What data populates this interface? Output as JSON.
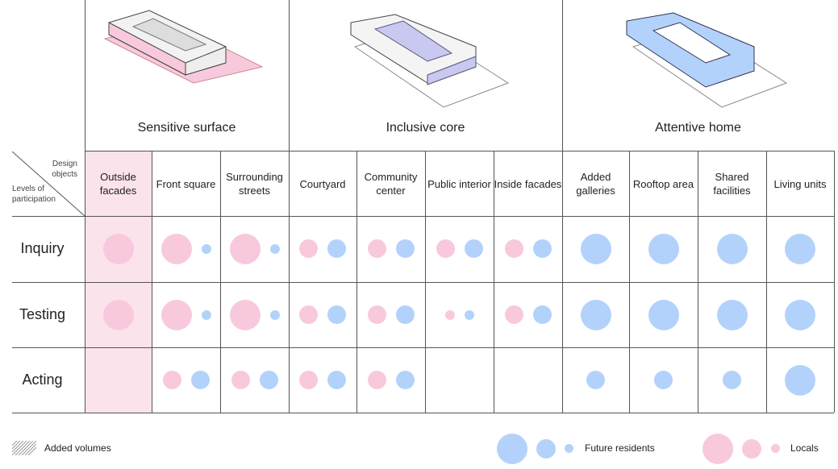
{
  "corner": {
    "design_objects": "Design objects",
    "levels": "Levels of participation"
  },
  "groups": [
    {
      "title": "Sensitive surface"
    },
    {
      "title": "Inclusive core"
    },
    {
      "title": "Attentive home"
    }
  ],
  "columns": [
    {
      "label": "Outside facades",
      "highlight": true
    },
    {
      "label": "Front square"
    },
    {
      "label": "Surrounding streets"
    },
    {
      "label": "Courtyard"
    },
    {
      "label": "Community center"
    },
    {
      "label": "Public interior"
    },
    {
      "label": "Inside facades"
    },
    {
      "label": "Added galleries"
    },
    {
      "label": "Rooftop area"
    },
    {
      "label": "Shared facilities"
    },
    {
      "label": "Living units"
    }
  ],
  "rows": [
    {
      "label": "Inquiry",
      "cells": [
        [
          "L",
          ""
        ],
        [
          "L",
          "S"
        ],
        [
          "L",
          "S"
        ],
        [
          "M",
          "M"
        ],
        [
          "M",
          "M"
        ],
        [
          "M",
          "M"
        ],
        [
          "M",
          "M"
        ],
        [
          "",
          "L"
        ],
        [
          "",
          "L"
        ],
        [
          "",
          "L"
        ],
        [
          "",
          "L"
        ]
      ]
    },
    {
      "label": "Testing",
      "cells": [
        [
          "L",
          ""
        ],
        [
          "L",
          "S"
        ],
        [
          "L",
          "S"
        ],
        [
          "M",
          "M"
        ],
        [
          "M",
          "M"
        ],
        [
          "S",
          "S"
        ],
        [
          "M",
          "M"
        ],
        [
          "",
          "L"
        ],
        [
          "",
          "L"
        ],
        [
          "",
          "L"
        ],
        [
          "",
          "L"
        ]
      ]
    },
    {
      "label": "Acting",
      "cells": [
        [
          "",
          ""
        ],
        [
          "M",
          "M"
        ],
        [
          "M",
          "M"
        ],
        [
          "M",
          "M"
        ],
        [
          "M",
          "M"
        ],
        [
          "",
          ""
        ],
        [
          "",
          ""
        ],
        [
          "",
          "M"
        ],
        [
          "",
          "M"
        ],
        [
          "",
          "M"
        ],
        [
          "",
          "L"
        ]
      ]
    }
  ],
  "legend": {
    "added_volumes": "Added volumes",
    "future_residents": "Future residents",
    "locals": "Locals"
  },
  "colors": {
    "pink": "#f8c9dc",
    "blue": "#b3d2fb",
    "highlight": "#fbe3ec"
  }
}
